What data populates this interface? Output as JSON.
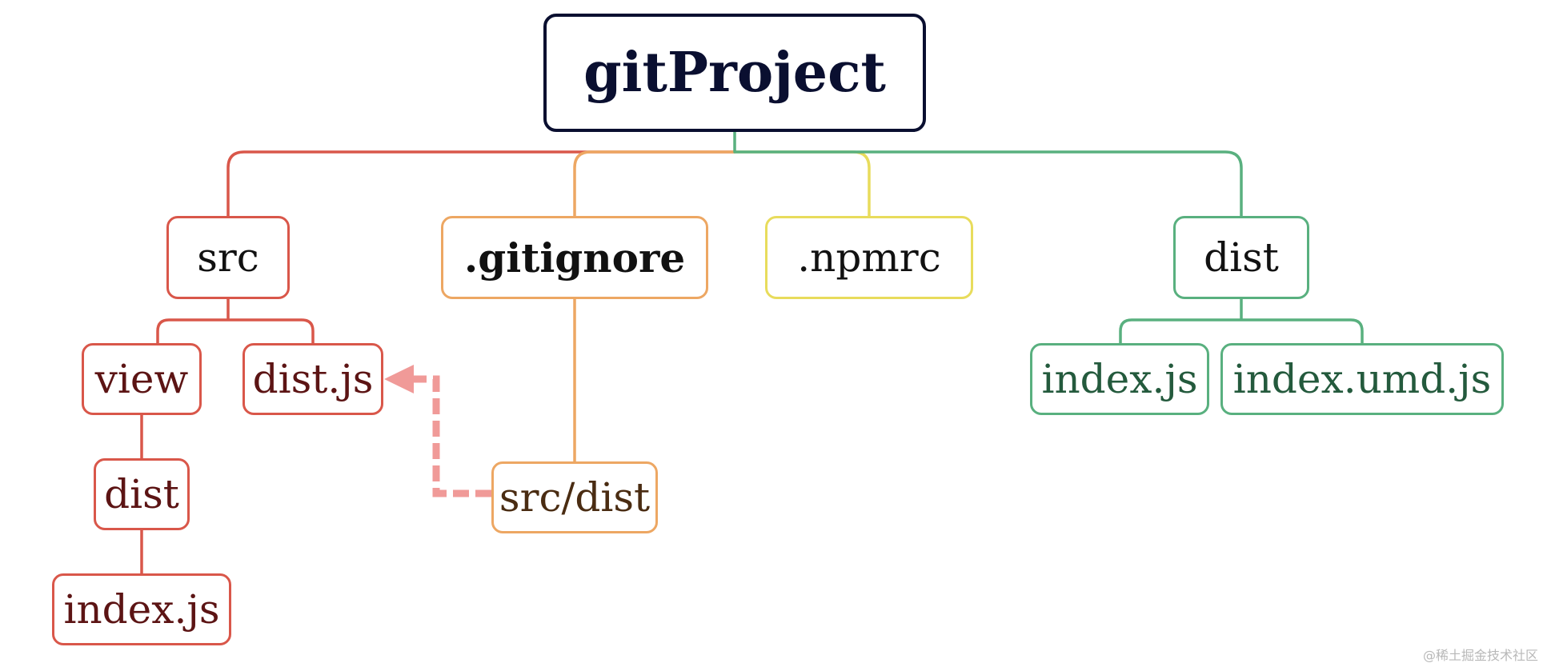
{
  "root": {
    "label": "gitProject"
  },
  "branches": {
    "src": {
      "label": "src",
      "children": {
        "view": {
          "label": "view",
          "dist": {
            "label": "dist",
            "index": {
              "label": "index.js"
            }
          }
        },
        "dist_js": {
          "label": "dist.js"
        }
      }
    },
    "gitignore": {
      "label": ".gitignore",
      "entry": {
        "label": "src/dist"
      }
    },
    "npmrc": {
      "label": ".npmrc"
    },
    "dist": {
      "label": "dist",
      "children": {
        "index_js": {
          "label": "index.js"
        },
        "index_umd_js": {
          "label": "index.umd.js"
        }
      }
    }
  },
  "colors": {
    "root": "#0a0f30",
    "src": "#d9574a",
    "gitignore": "#eda763",
    "npmrc": "#e8dc5c",
    "dist": "#59b07f",
    "ignore_arrow": "#f09a98"
  },
  "watermark": "@稀土掘金技术社区"
}
